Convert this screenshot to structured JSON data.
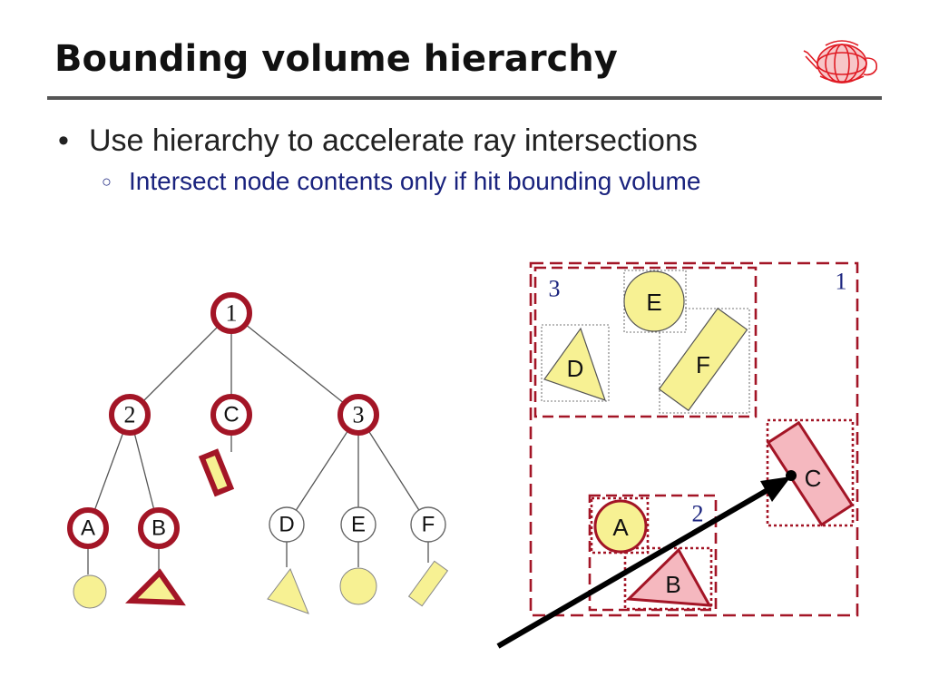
{
  "slide": {
    "title": "Bounding volume hierarchy",
    "bullets": [
      {
        "text": "Use hierarchy to accelerate ray intersections",
        "sub": [
          "Intersect node contents only if hit bounding volume"
        ]
      }
    ]
  },
  "logo": {
    "icon": "teapot-wireframe-icon"
  },
  "colors": {
    "node_ring": "#a31526",
    "object_fill": "#f7f193",
    "highlight_fill": "#f5b8bf",
    "box": "#a31526",
    "ray": "#000000"
  },
  "tree": {
    "root": "1",
    "level1": [
      "2",
      "C",
      "3"
    ],
    "leaves": [
      "A",
      "B",
      "D",
      "E",
      "F"
    ]
  },
  "scene": {
    "box_labels": [
      "1",
      "2",
      "3"
    ],
    "objects": [
      "A",
      "B",
      "C",
      "D",
      "E",
      "F"
    ]
  }
}
